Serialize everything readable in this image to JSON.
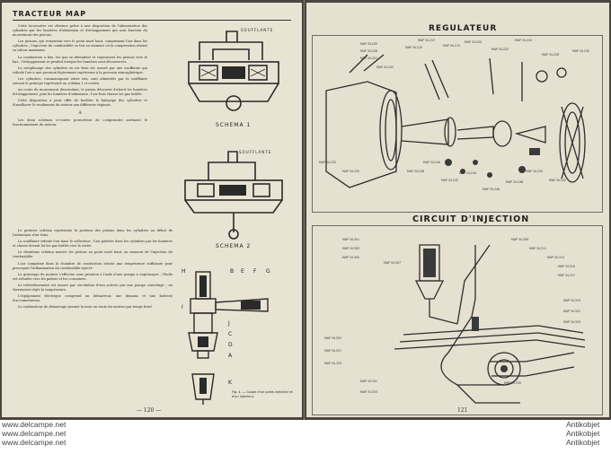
{
  "left_page": {
    "running_head": "TRACTEUR MAP",
    "schema_1_label": "SCHEMA 1",
    "schema_2_label": "SCHEMA 2",
    "soufflante_label": "SOUFFLANTE",
    "section_mark": "A",
    "fig_letters": [
      "H",
      "B",
      "E",
      "F",
      "G",
      "I",
      "J",
      "C",
      "D",
      "A",
      "K"
    ],
    "fig_caption": "Fig. 4. — Coupe d'un porte-injecteur et d'un injecteur.",
    "page_number": "— 120 —",
    "column_1": [
      "Cette locomotive est obtenue grâce à une disposition de l'alimentation des cylindres par les lumières d'admission et d'échappement qui sont fonction du mouvement des pistons.",
      "Les pistons, qui remontent vers le point mort haut, compriment l'air dans les cylindres ; l'injection du combustible se fait au moment où la compression atteint sa valeur maximum.",
      "La combustion a lieu, les gaz se détendent et repoussent les pistons vers le bas ; l'échappement se produit lorsque les lumières sont découvertes.",
      "Le remplissage des cylindres en air frais est assuré par une soufflante qui refoule l'air à une pression légèrement supérieure à la pression atmosphérique.",
      "Les cylindres, communiquant entre eux, sont alimentés par la soufflante suivant le principe représenté au schéma 1 ci-contre.",
      "Au cours du mouvement descendant, le piston découvre d'abord les lumières d'échappement, puis les lumières d'admission ; l'air frais chasse les gaz brûlés.",
      "Cette disposition a pour effet de faciliter le balayage des cylindres et d'améliorer le rendement du moteur aux différents régimes.",
      "Les deux schémas ci-contre permettent de comprendre aisément le fonctionnement du moteur."
    ],
    "column_2": [
      "Le premier schéma représente la position des pistons dans les cylindres au début de l'admission d'air frais.",
      "La soufflante refoule l'air dans le collecteur ; l'air pénètre dans les cylindres par les lumières et chasse devant lui les gaz brûlés vers la sortie.",
      "Le deuxième schéma montre les pistons au point mort haut, au moment de l'injection du combustible.",
      "L'air comprimé dans la chambre de combustion atteint une température suffisante pour provoquer l'inflammation du combustible injecté.",
      "Le graissage du moteur s'effectue sous pression à l'aide d'une pompe à engrenages ; l'huile est refoulée vers les paliers et les coussinets.",
      "Le refroidissement est assuré par circulation d'eau activée par une pompe centrifuge ; un thermostat règle la température.",
      "L'équipement électrique comprend un démarreur, une dynamo et une batterie d'accumulateurs.",
      "Le carburateur de démarrage permet la mise en route du moteur par temps froid."
    ]
  },
  "right_page": {
    "title_1": "REGULATEUR",
    "title_2": "CIRCUIT D'INJECTION",
    "page_number": "121",
    "regulator_callouts": [
      "MAP 34.205",
      "MAP 34.206",
      "MAP 34.201",
      "MAP 34.203",
      "MAP 34.210",
      "MAP 34.213",
      "MAP 34.215",
      "MAP 34.220",
      "MAP 34.222",
      "MAP 34.224",
      "MAP 34.226",
      "MAP 34.230",
      "MAP 34.232",
      "MAP 34.235",
      "MAP 34.238",
      "MAP 34.240",
      "MAP 34.242",
      "MAP 34.244",
      "MAP 34.246",
      "MAP 34.248",
      "MAP 34.250",
      "MAP 34.252"
    ],
    "injection_callouts": [
      "MAP 34.301",
      "MAP 34.303",
      "MAP 34.305",
      "MAP 34.307",
      "MAP 34.309",
      "MAP 34.311",
      "MAP 34.313",
      "MAP 34.315",
      "MAP 34.317",
      "MAP 34.319",
      "MAP 34.321",
      "MAP 34.323",
      "MAP 34.325",
      "MAP 34.327",
      "MAP 34.329",
      "MAP 34.331",
      "MAP 34.333",
      "MAP 34.335"
    ]
  },
  "watermark": {
    "left_lines": [
      "www.delcampe.net",
      "www.delcampe.net",
      "www.delcampe.net"
    ],
    "right_lines": [
      "Antikobjet",
      "Antikobjet",
      "Antikobjet"
    ]
  },
  "colors": {
    "paper": "#e9e3d3",
    "ink": "#2b2b2b",
    "spine": "#4a4640"
  }
}
